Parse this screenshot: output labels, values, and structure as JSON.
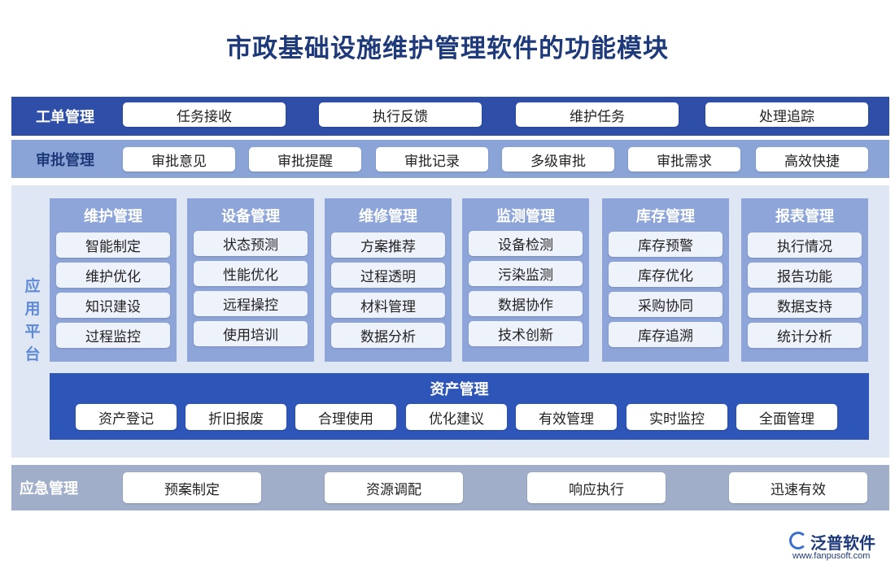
{
  "title": "市政基础设施维护管理软件的功能模块",
  "work": {
    "label": "工单管理",
    "items": [
      "任务接收",
      "执行反馈",
      "维护任务",
      "处理追踪"
    ]
  },
  "approve": {
    "label": "审批管理",
    "items": [
      "审批意见",
      "审批提醒",
      "审批记录",
      "多级审批",
      "审批需求",
      "高效快捷"
    ]
  },
  "platform": {
    "label": "应用平台",
    "modules": [
      {
        "title": "维护管理",
        "items": [
          "智能制定",
          "维护优化",
          "知识建设",
          "过程监控"
        ]
      },
      {
        "title": "设备管理",
        "items": [
          "状态预测",
          "性能优化",
          "远程操控",
          "使用培训"
        ]
      },
      {
        "title": "维修管理",
        "items": [
          "方案推荐",
          "过程透明",
          "材料管理",
          "数据分析"
        ]
      },
      {
        "title": "监测管理",
        "items": [
          "设备检测",
          "污染监测",
          "数据协作",
          "技术创新"
        ]
      },
      {
        "title": "库存管理",
        "items": [
          "库存预警",
          "库存优化",
          "采购协同",
          "库存追溯"
        ]
      },
      {
        "title": "报表管理",
        "items": [
          "执行情况",
          "报告功能",
          "数据支持",
          "统计分析"
        ]
      }
    ],
    "asset": {
      "title": "资产管理",
      "items": [
        "资产登记",
        "折旧报废",
        "合理使用",
        "优化建议",
        "有效管理",
        "实时监控",
        "全面管理"
      ]
    }
  },
  "emergency": {
    "label": "应急管理",
    "items": [
      "预案制定",
      "资源调配",
      "响应执行",
      "迅速有效"
    ]
  },
  "logo": {
    "name": "泛普软件",
    "url": "www.fanpusoft.com"
  }
}
